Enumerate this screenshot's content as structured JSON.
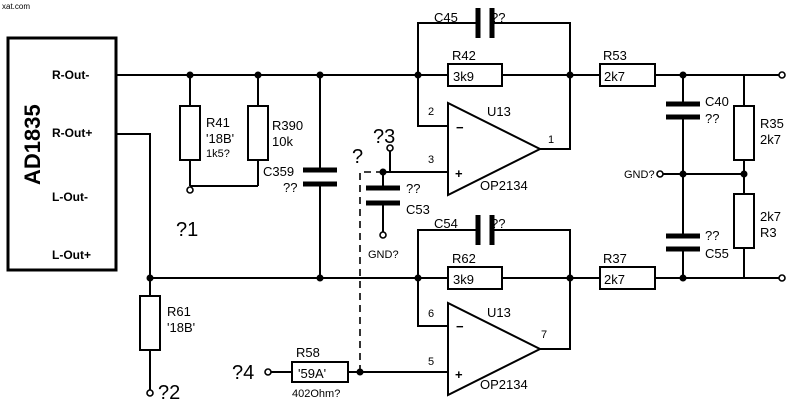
{
  "watermark": "xat.com",
  "chip": {
    "name": "AD1835",
    "pins": [
      "R-Out-",
      "R-Out+",
      "L-Out-",
      "L-Out+"
    ]
  },
  "components": {
    "r41": {
      "ref": "R41",
      "value": "'18B'",
      "note": "1k5?"
    },
    "r390": {
      "ref": "R390",
      "value": "10k"
    },
    "c359": {
      "ref": "C359",
      "value": "??"
    },
    "c45": {
      "ref": "C45",
      "value": "??"
    },
    "r42": {
      "ref": "R42",
      "value": "3k9"
    },
    "r53": {
      "ref": "R53",
      "value": "2k7"
    },
    "c40": {
      "ref": "C40",
      "value": "??"
    },
    "r35": {
      "ref": "R35",
      "value": "2k7"
    },
    "c53": {
      "ref": "C53",
      "value": "??"
    },
    "c54": {
      "ref": "C54",
      "value": "??"
    },
    "r62": {
      "ref": "R62",
      "value": "3k9"
    },
    "r37": {
      "ref": "R37",
      "value": "2k7"
    },
    "c55": {
      "ref": "C55",
      "value": "??"
    },
    "r3": {
      "ref": "R3",
      "value": "2k7"
    },
    "r61": {
      "ref": "R61",
      "value": "'18B'"
    },
    "r58": {
      "ref": "R58",
      "value": "'59A'",
      "note": "402Ohm?"
    }
  },
  "opamps": {
    "top": {
      "ref": "U13",
      "part": "OP2134",
      "pin_inv": "2",
      "pin_noninv": "3",
      "pin_out": "1"
    },
    "bottom": {
      "ref": "U13",
      "part": "OP2134",
      "pin_inv": "6",
      "pin_noninv": "5",
      "pin_out": "7"
    }
  },
  "probes": {
    "p1": "?1",
    "p2": "?2",
    "p3": "?3",
    "p4": "?4",
    "q": "?"
  },
  "gnd": {
    "c53": "GND?",
    "out": "GND?"
  },
  "signs": {
    "minus": "−",
    "plus": "+"
  }
}
